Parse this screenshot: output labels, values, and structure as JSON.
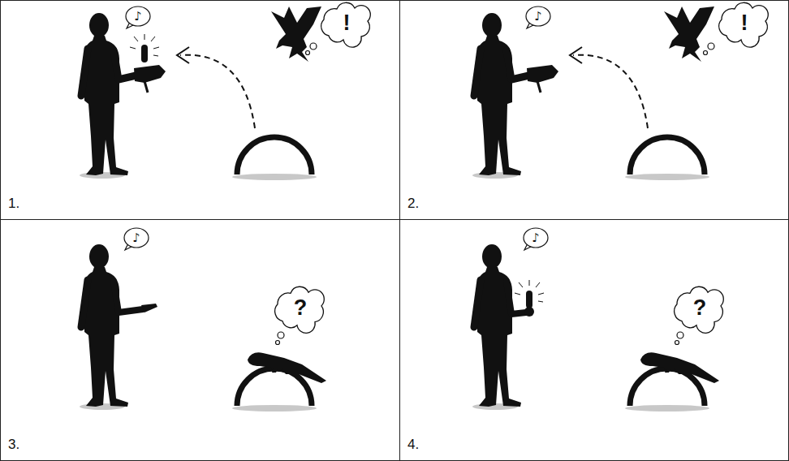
{
  "diagram": {
    "nodes": [
      {
        "text": [
          "1."
        ]
      },
      {
        "text": [
          "♪"
        ],
        "in": 0
      },
      {
        "text": [
          "!"
        ],
        "in": 0
      },
      {
        "text": [
          "2."
        ]
      },
      {
        "text": [
          "♪"
        ],
        "in": 3
      },
      {
        "text": [
          "!"
        ],
        "in": 3
      },
      {
        "text": [
          "3."
        ]
      },
      {
        "text": [
          "♪"
        ],
        "in": 6
      },
      {
        "text": [
          "?"
        ],
        "in": 6
      },
      {
        "text": [
          "4."
        ]
      },
      {
        "text": [
          "♪"
        ],
        "in": 9
      },
      {
        "text": [
          "?"
        ],
        "in": 9
      }
    ]
  }
}
